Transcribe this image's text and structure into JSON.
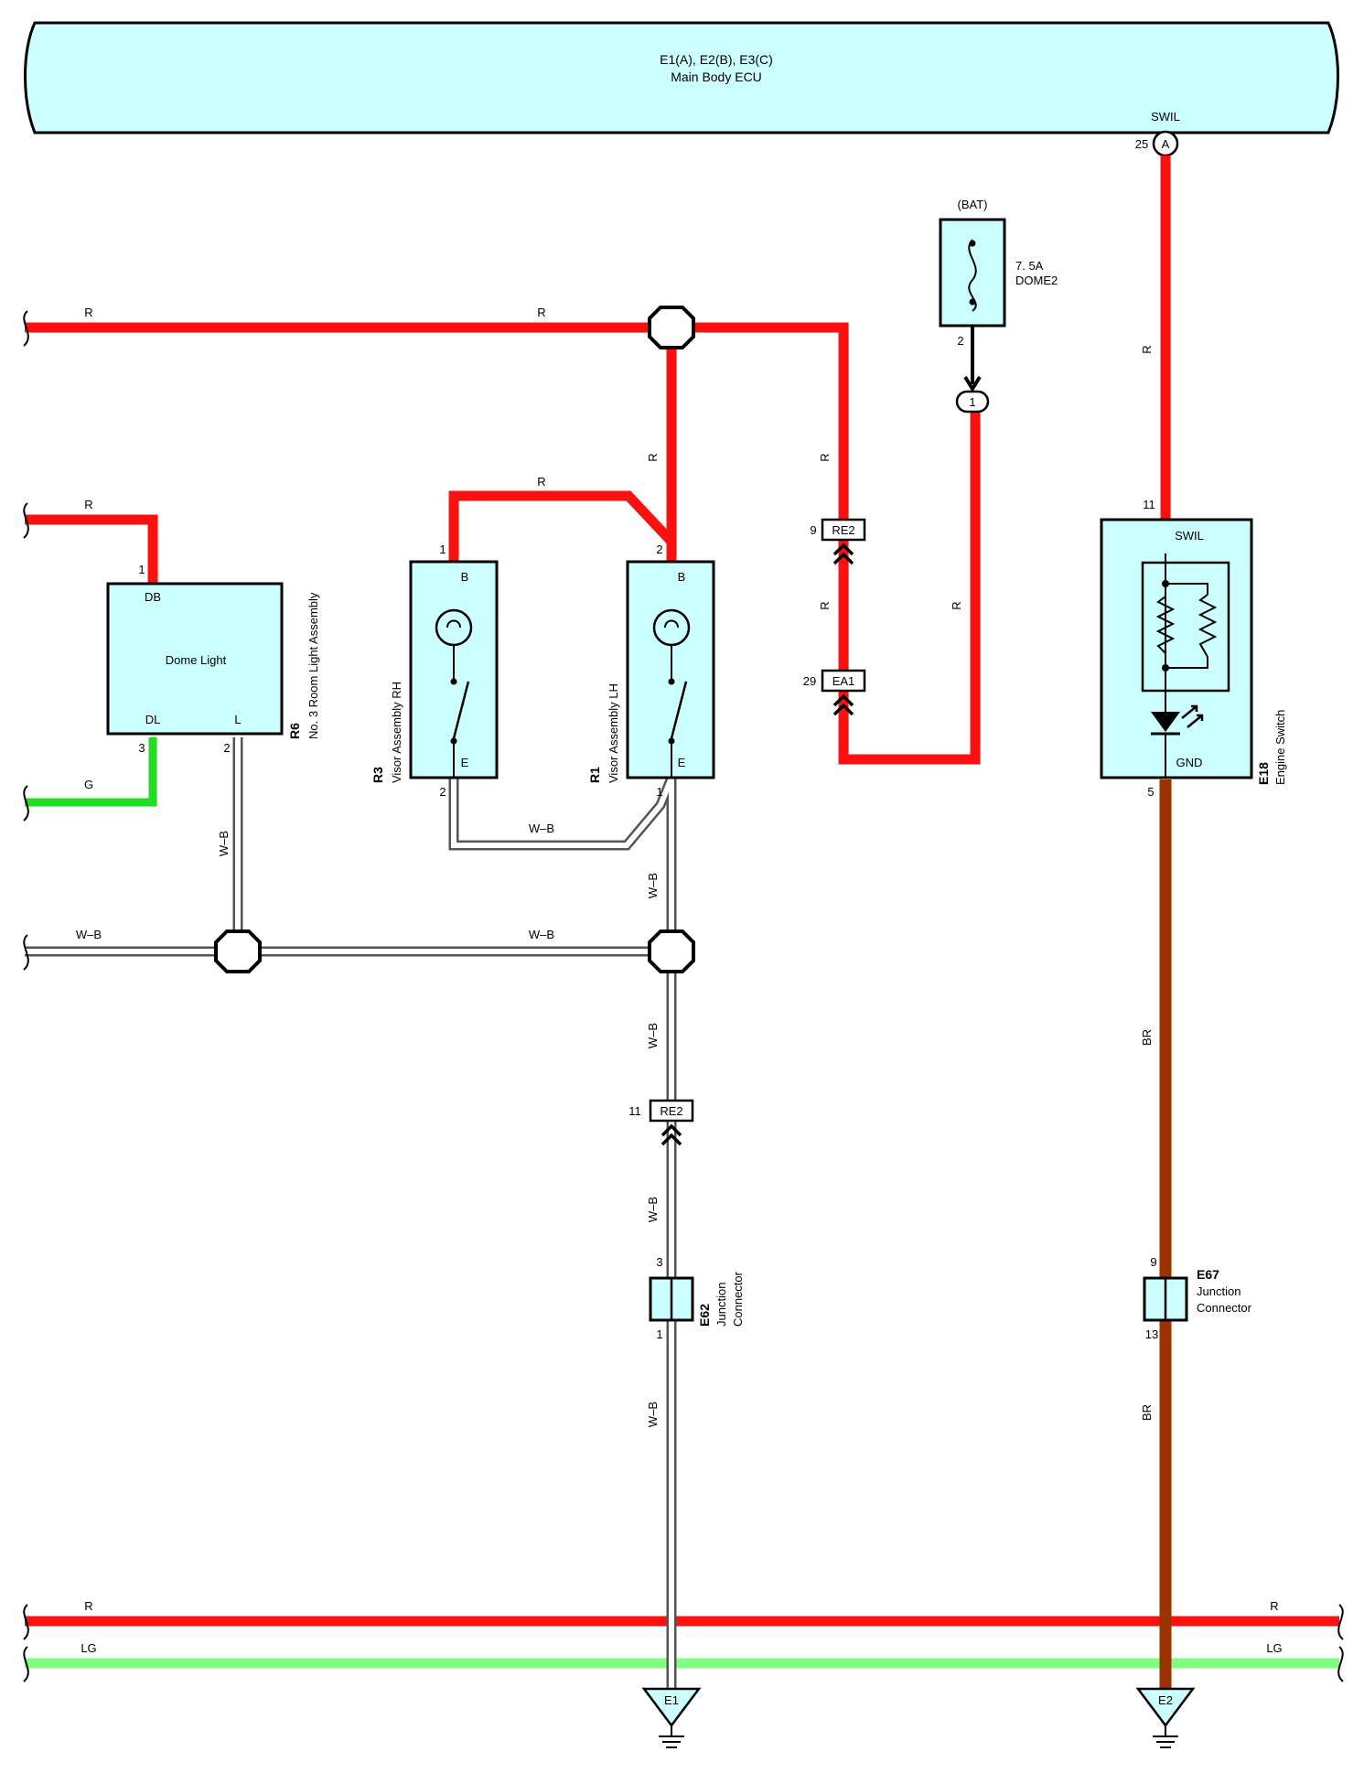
{
  "colors": {
    "red": "#ff1010",
    "green": "#22dd22",
    "light_green": "#80ff80",
    "brown": "#993300",
    "component_fill": "#ccffff"
  },
  "ecu": {
    "title": "E1(A), E2(B), E3(C)",
    "subtitle": "Main Body ECU",
    "pin_name": "SWIL",
    "pin_number": "25",
    "connector_letter": "A"
  },
  "wire_labels": {
    "r": "R",
    "g": "G",
    "wb": "W–B",
    "br": "BR",
    "lg": "LG"
  },
  "fuse": {
    "source": "(BAT)",
    "rating": "7. 5A",
    "name": "DOME2",
    "pin": "2",
    "splice_pin": "1"
  },
  "dome_light": {
    "code": "R6",
    "name": "No. 3 Room Light Assembly",
    "label": "Dome Light",
    "pin_db": "DB",
    "pin_dl": "DL",
    "pin_l": "L",
    "num_db": "1",
    "num_dl": "3",
    "num_l": "2"
  },
  "visor_rh": {
    "code": "R3",
    "name": "Visor Assembly RH",
    "pin_b": "B",
    "pin_e": "E",
    "num_b": "1",
    "num_e": "2"
  },
  "visor_lh": {
    "code": "R1",
    "name": "Visor Assembly LH",
    "pin_b": "B",
    "pin_e": "E",
    "num_b": "2",
    "num_e": "1"
  },
  "inline_connectors": {
    "re2_top": {
      "name": "RE2",
      "pin": "9"
    },
    "ea1": {
      "name": "EA1",
      "pin": "29"
    },
    "re2_bottom": {
      "name": "RE2",
      "pin": "11"
    }
  },
  "engine_switch": {
    "code": "E18",
    "name": "Engine Switch",
    "pin_swil": "SWIL",
    "pin_gnd": "GND",
    "num_swil": "11",
    "num_gnd": "5"
  },
  "junction_e62": {
    "code": "E62",
    "line1": "Junction",
    "line2": "Connector",
    "pin_in": "3",
    "pin_out": "1"
  },
  "junction_e67": {
    "code": "E67",
    "line1": "Junction",
    "line2": "Connector",
    "pin_in": "9",
    "pin_out": "13"
  },
  "grounds": {
    "e1": "E1",
    "e2": "E2"
  }
}
